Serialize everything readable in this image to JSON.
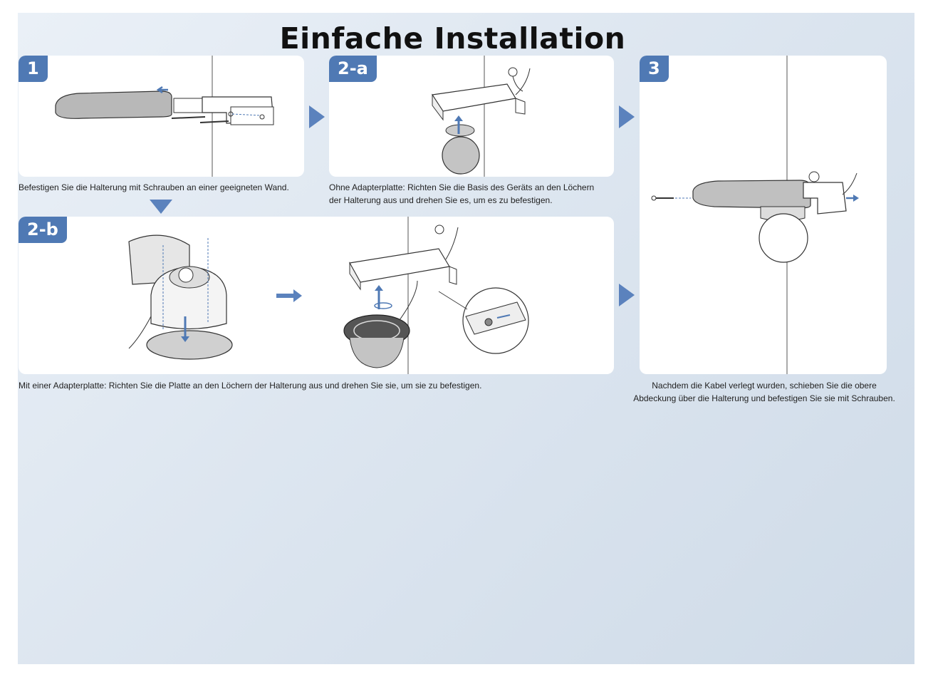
{
  "title": "Einfache Installation",
  "steps": {
    "s1": {
      "label": "1",
      "caption": "Befestigen Sie die Halterung mit Schrauben an einer geeigneten Wand."
    },
    "s2a": {
      "label": "2-a",
      "caption_line1": "Ohne Adapterplatte: Richten Sie die Basis des Geräts an den Löchern",
      "caption_line2": "der Halterung aus und drehen Sie es, um es zu befestigen."
    },
    "s2b": {
      "label": "2-b",
      "caption": "Mit einer Adapterplatte: Richten Sie die Platte an den Löchern der Halterung aus und drehen Sie sie, um sie zu befestigen."
    },
    "s3": {
      "label": "3",
      "caption_line1": "Nachdem die Kabel verlegt wurden, schieben Sie die obere",
      "caption_line2": "Abdeckung über die Halterung und befestigen Sie sie mit Schrauben."
    }
  },
  "colors": {
    "accent": "#4f79b4",
    "arrow": "#5b82bd",
    "line": "#444444"
  },
  "icons": [
    "right-arrow-icon",
    "down-arrow-icon"
  ]
}
